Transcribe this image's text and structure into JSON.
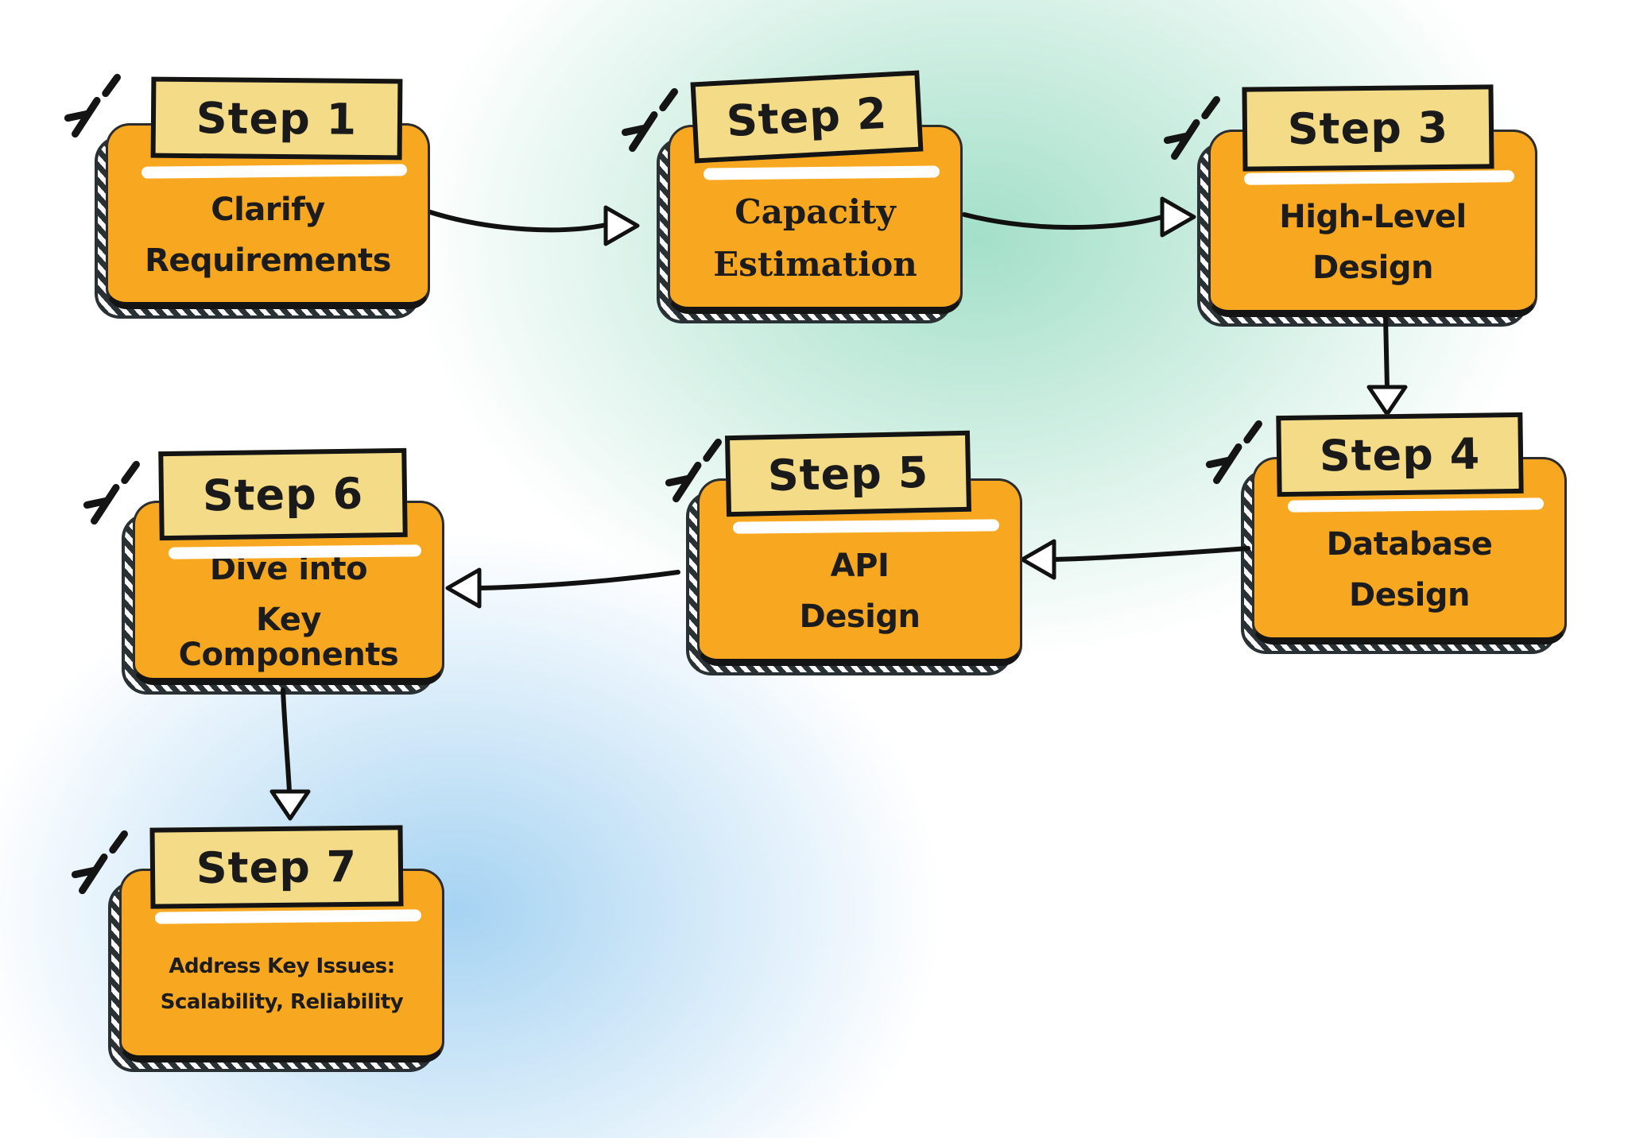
{
  "palette": {
    "card_fill": "#f7a820",
    "label_fill": "#f4db87",
    "stroke": "#141414",
    "background_teal": "#a3dfc9",
    "background_blue": "#a6d3f2"
  },
  "steps": [
    {
      "label": "Step 1",
      "lines": [
        "Clarify",
        "Requirements"
      ]
    },
    {
      "label": "Step 2",
      "lines": [
        "Capacity",
        "Estimation"
      ]
    },
    {
      "label": "Step 3",
      "lines": [
        "High-Level",
        "Design"
      ]
    },
    {
      "label": "Step 4",
      "lines": [
        "Database",
        "Design"
      ]
    },
    {
      "label": "Step 5",
      "lines": [
        "API",
        "Design"
      ]
    },
    {
      "label": "Step 6",
      "lines": [
        "Dive into",
        "Key Components"
      ]
    },
    {
      "label": "Step 7",
      "lines": [
        "Address Key Issues:",
        "Scalability, Reliability"
      ]
    }
  ],
  "connections": [
    {
      "from": "Step 1",
      "to": "Step 2"
    },
    {
      "from": "Step 2",
      "to": "Step 3"
    },
    {
      "from": "Step 3",
      "to": "Step 4"
    },
    {
      "from": "Step 4",
      "to": "Step 5"
    },
    {
      "from": "Step 5",
      "to": "Step 6"
    },
    {
      "from": "Step 6",
      "to": "Step 7"
    }
  ]
}
